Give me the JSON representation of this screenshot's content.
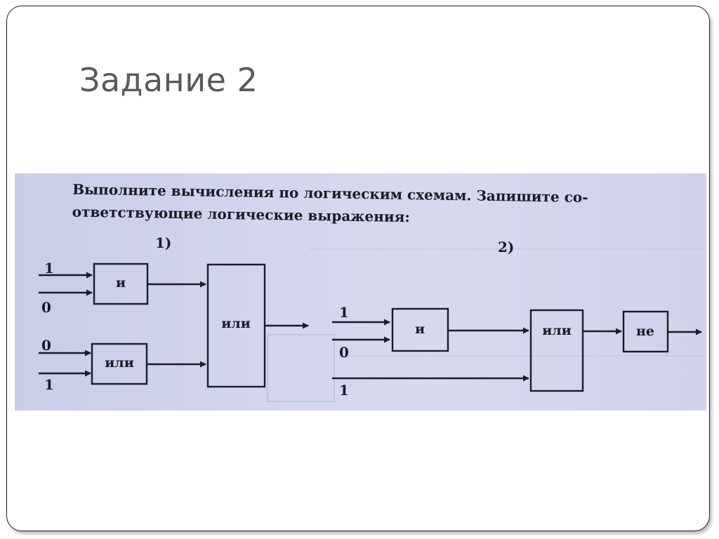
{
  "slide": {
    "title": "Задание 2"
  },
  "task": {
    "line1": "Выполните вычисления по логическим схемам. Запишите со-",
    "line2": "ответствующие логические выражения:"
  },
  "scheme1": {
    "label": "1)",
    "inputs": [
      "1",
      "0",
      "0",
      "1"
    ],
    "gates": {
      "and": "и",
      "or_small": "или",
      "or_big": "или"
    }
  },
  "scheme2": {
    "label": "2)",
    "inputs": [
      "1",
      "0",
      "1"
    ],
    "gates": {
      "and": "и",
      "or": "или",
      "not": "не"
    }
  },
  "colors": {
    "ink": "#1a1c26",
    "paper": "#d2d5ec",
    "title": "#5a5a5a"
  }
}
